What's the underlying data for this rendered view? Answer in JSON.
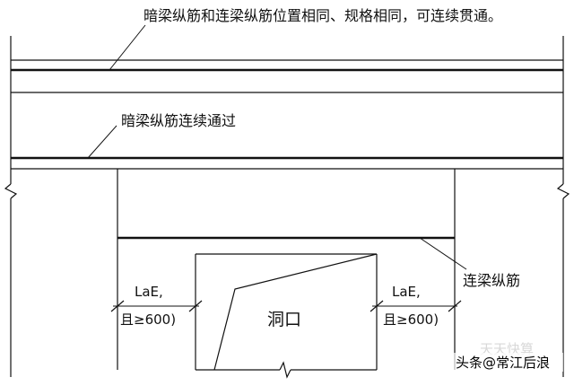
{
  "labels": {
    "top_note": "暗梁纵筋和连梁纵筋位置相同、规格相同，可连续贯通。",
    "mid_note": "暗梁纵筋连续通过",
    "coupling_beam_rebar": "连梁纵筋",
    "opening": "洞口",
    "left_dim_line1": "LaE,",
    "left_dim_line2": "且≥600)",
    "right_dim_line1": "LaE,",
    "right_dim_line2": "且≥600)"
  },
  "watermark": {
    "ghost_text": "天天快算",
    "text": "头条@常江后浪"
  }
}
